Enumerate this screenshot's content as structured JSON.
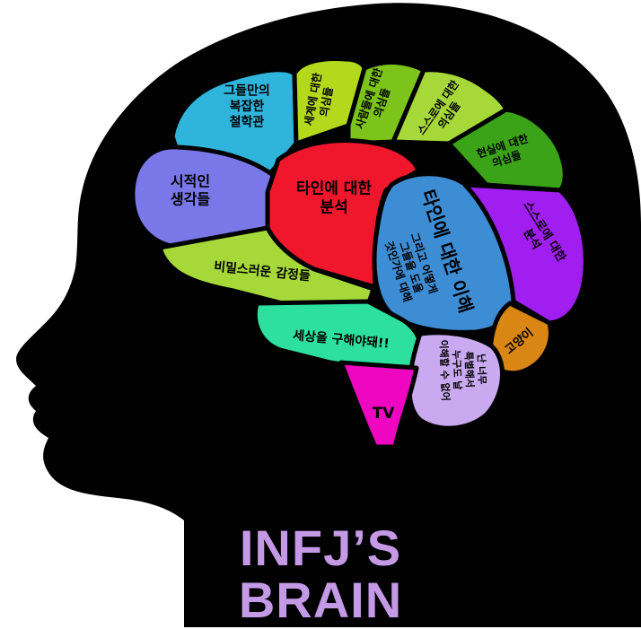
{
  "title": {
    "line1": "INFJ’S",
    "line2": "BRAIN"
  },
  "colors": {
    "head": "#000000",
    "title": "#c49ae6",
    "sky_blue": "#2fb4dc",
    "lime": "#b4d81c",
    "green": "#7cc41a",
    "dark_green": "#3aa318",
    "lavender": "#7a78e8",
    "red": "#f0172d",
    "blue": "#3d8dd5",
    "purple": "#a11ef0",
    "yellow_green": "#a6d83a",
    "mint": "#2de0a0",
    "orange": "#d98615",
    "light_purple": "#c9aaf0",
    "magenta": "#ef06c1"
  },
  "regions": {
    "philosophy": {
      "lines": [
        "그들만의",
        "복잡한",
        "철학관"
      ]
    },
    "world_doubts": {
      "lines": [
        "세계에 대한",
        "의심들"
      ]
    },
    "people_doubts": {
      "lines": [
        "사람들에 대한",
        "의심들"
      ]
    },
    "self_doubts": {
      "lines": [
        "스스로에 대한",
        "의심들"
      ]
    },
    "reality_doubts": {
      "lines": [
        "현실에 대한",
        "의심들"
      ]
    },
    "poetic": {
      "lines": [
        "시적인",
        "생각들"
      ]
    },
    "analysis": {
      "lines": [
        "타인에 대한",
        "분석"
      ]
    },
    "understanding": {
      "main": "타인에 대한 이해",
      "sub": [
        "그리고 어떻게",
        "그들을 도울",
        "것인가에 대해"
      ]
    },
    "self_analysis": {
      "lines": [
        "스스로에 대한",
        "분석"
      ]
    },
    "secret": {
      "text": "비밀스러운 감정들"
    },
    "save_world": {
      "text": "세상을 구해야돼!!"
    },
    "cat": {
      "text": "고양이"
    },
    "special": {
      "lines": [
        "난 너무",
        "특별해서",
        "누구도 날",
        "이해할 수 없어"
      ]
    },
    "tv": {
      "text": "TV"
    }
  }
}
